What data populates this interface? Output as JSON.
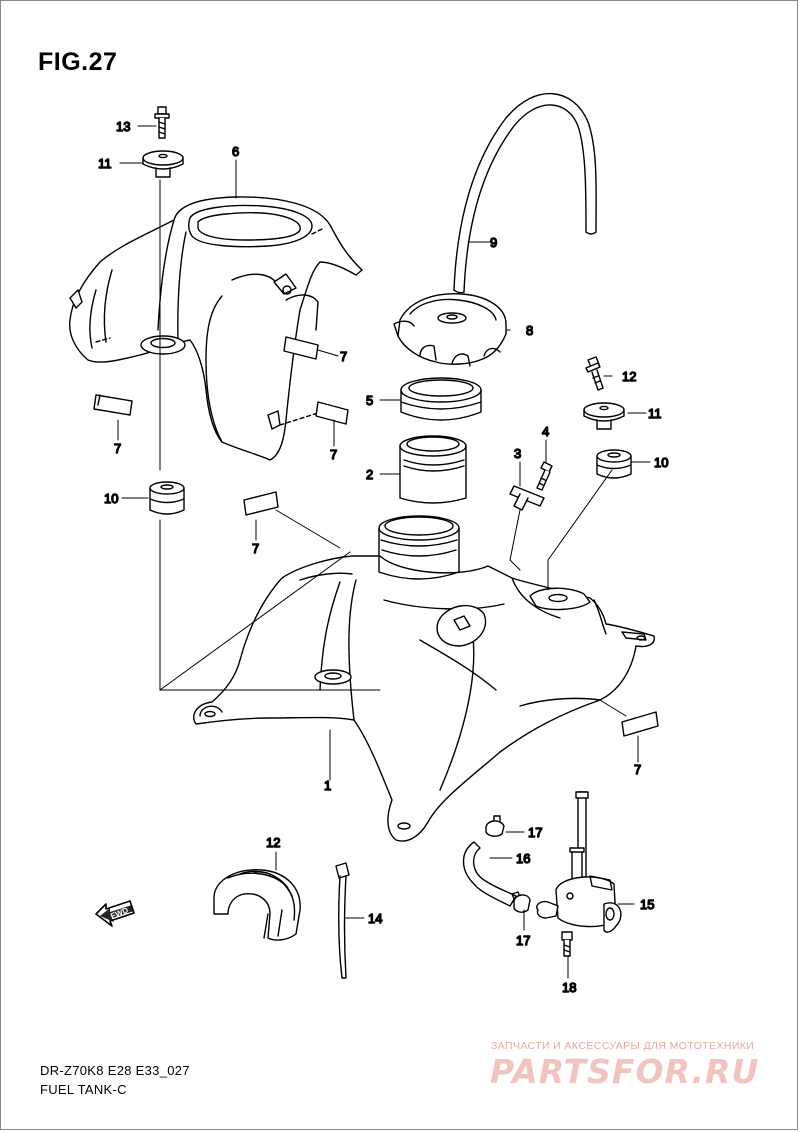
{
  "figure": {
    "title": "FIG.27",
    "model_code": "DR-Z70K8 E28 E33_027",
    "section_name": "FUEL TANK-C"
  },
  "fwd_label": "FWD",
  "watermark": {
    "tagline": "ЗАПЧАСТИ И АКСЕССУАРЫ ДЛЯ МОТОТЕХНИКИ",
    "brand": "PARTSFOR.RU"
  },
  "callouts": [
    {
      "id": "c1",
      "label": "1"
    },
    {
      "id": "c2",
      "label": "2"
    },
    {
      "id": "c3",
      "label": "3"
    },
    {
      "id": "c4",
      "label": "4"
    },
    {
      "id": "c5",
      "label": "5"
    },
    {
      "id": "c6",
      "label": "6"
    },
    {
      "id": "c7a",
      "label": "7"
    },
    {
      "id": "c7b",
      "label": "7"
    },
    {
      "id": "c7c",
      "label": "7"
    },
    {
      "id": "c7d",
      "label": "7"
    },
    {
      "id": "c7e",
      "label": "7"
    },
    {
      "id": "c8",
      "label": "8"
    },
    {
      "id": "c9",
      "label": "9"
    },
    {
      "id": "c10a",
      "label": "10"
    },
    {
      "id": "c10b",
      "label": "10"
    },
    {
      "id": "c11a",
      "label": "11"
    },
    {
      "id": "c11b",
      "label": "11"
    },
    {
      "id": "c12a",
      "label": "12"
    },
    {
      "id": "c12b",
      "label": "12"
    },
    {
      "id": "c13",
      "label": "13"
    },
    {
      "id": "c14",
      "label": "14"
    },
    {
      "id": "c15",
      "label": "15"
    },
    {
      "id": "c16",
      "label": "16"
    },
    {
      "id": "c17a",
      "label": "17"
    },
    {
      "id": "c17b",
      "label": "17"
    },
    {
      "id": "c18",
      "label": "18"
    }
  ]
}
